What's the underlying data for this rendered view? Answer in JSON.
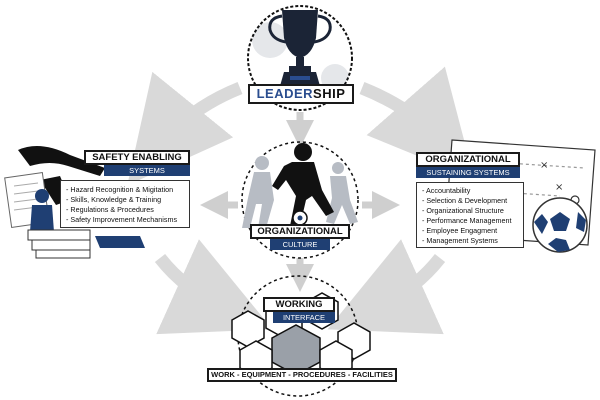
{
  "leadership": {
    "title_part1": "LEADER",
    "title_part2": "SHIP",
    "accent_color": "#2a4d8f"
  },
  "safety_enabling": {
    "title": "SAFETY ENABLING",
    "subtitle": "SYSTEMS",
    "items": [
      "- Hazard Recognition & Migitation",
      "- Skills, Knowledge & Training",
      "- Regulations & Procedures",
      "- Safety Improvement Mechanisms"
    ]
  },
  "organizational_sustaining": {
    "title": "ORGANIZATIONAL",
    "subtitle": "SUSTAINING SYSTEMS",
    "items": [
      "- Accountability",
      "- Selection & Development",
      "- Organizational Structure",
      "- Performance Management",
      "- Employee Engagment",
      "- Management Systems"
    ]
  },
  "organizational_culture": {
    "title": "ORGANIZATIONAL",
    "subtitle": "CULTURE"
  },
  "working_interface": {
    "title": "WORKING",
    "subtitle": "INTERFACE",
    "footer": "WORK - EQUIPMENT - PROCEDURES - FACILITIES"
  },
  "colors": {
    "navy": "#1f3f73",
    "arrow_gray": "#d9d9d9",
    "dark": "#1a1a1a"
  }
}
